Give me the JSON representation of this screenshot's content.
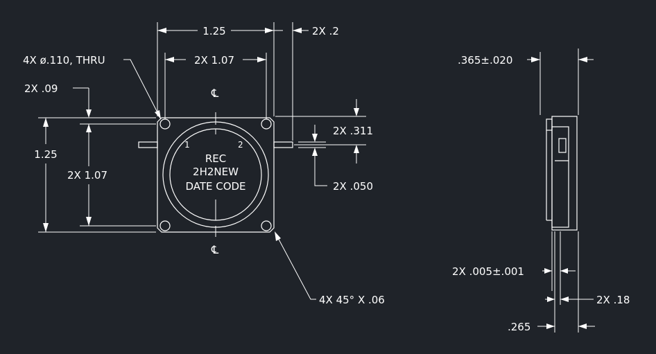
{
  "drawing": {
    "background_color": "#1f2329",
    "line_color": "#ffffff"
  },
  "top_view": {
    "dims": {
      "width_overall": "1.25",
      "tab_width": "2X .2",
      "hole_spacing_h": "2X 1.07",
      "hole_note": "4X ø.110, THRU",
      "edge_offset": "2X .09",
      "height_overall": "1.25",
      "hole_spacing_v": "2X 1.07",
      "tab_offset": "2X .311",
      "tab_thickness": "2X .050",
      "chamfer_note": "4X 45° X .06"
    },
    "centerline_symbol": "℄",
    "label": {
      "line1": "REC",
      "line2": "2H2NEW",
      "line3": "DATE CODE"
    },
    "pins": {
      "pin1": "1",
      "pin2": "2"
    }
  },
  "side_view": {
    "dims": {
      "height": ".365±.020",
      "tab_thickness": "2X .005±.001",
      "tab_length": "2X .18",
      "body_depth": ".265"
    }
  }
}
